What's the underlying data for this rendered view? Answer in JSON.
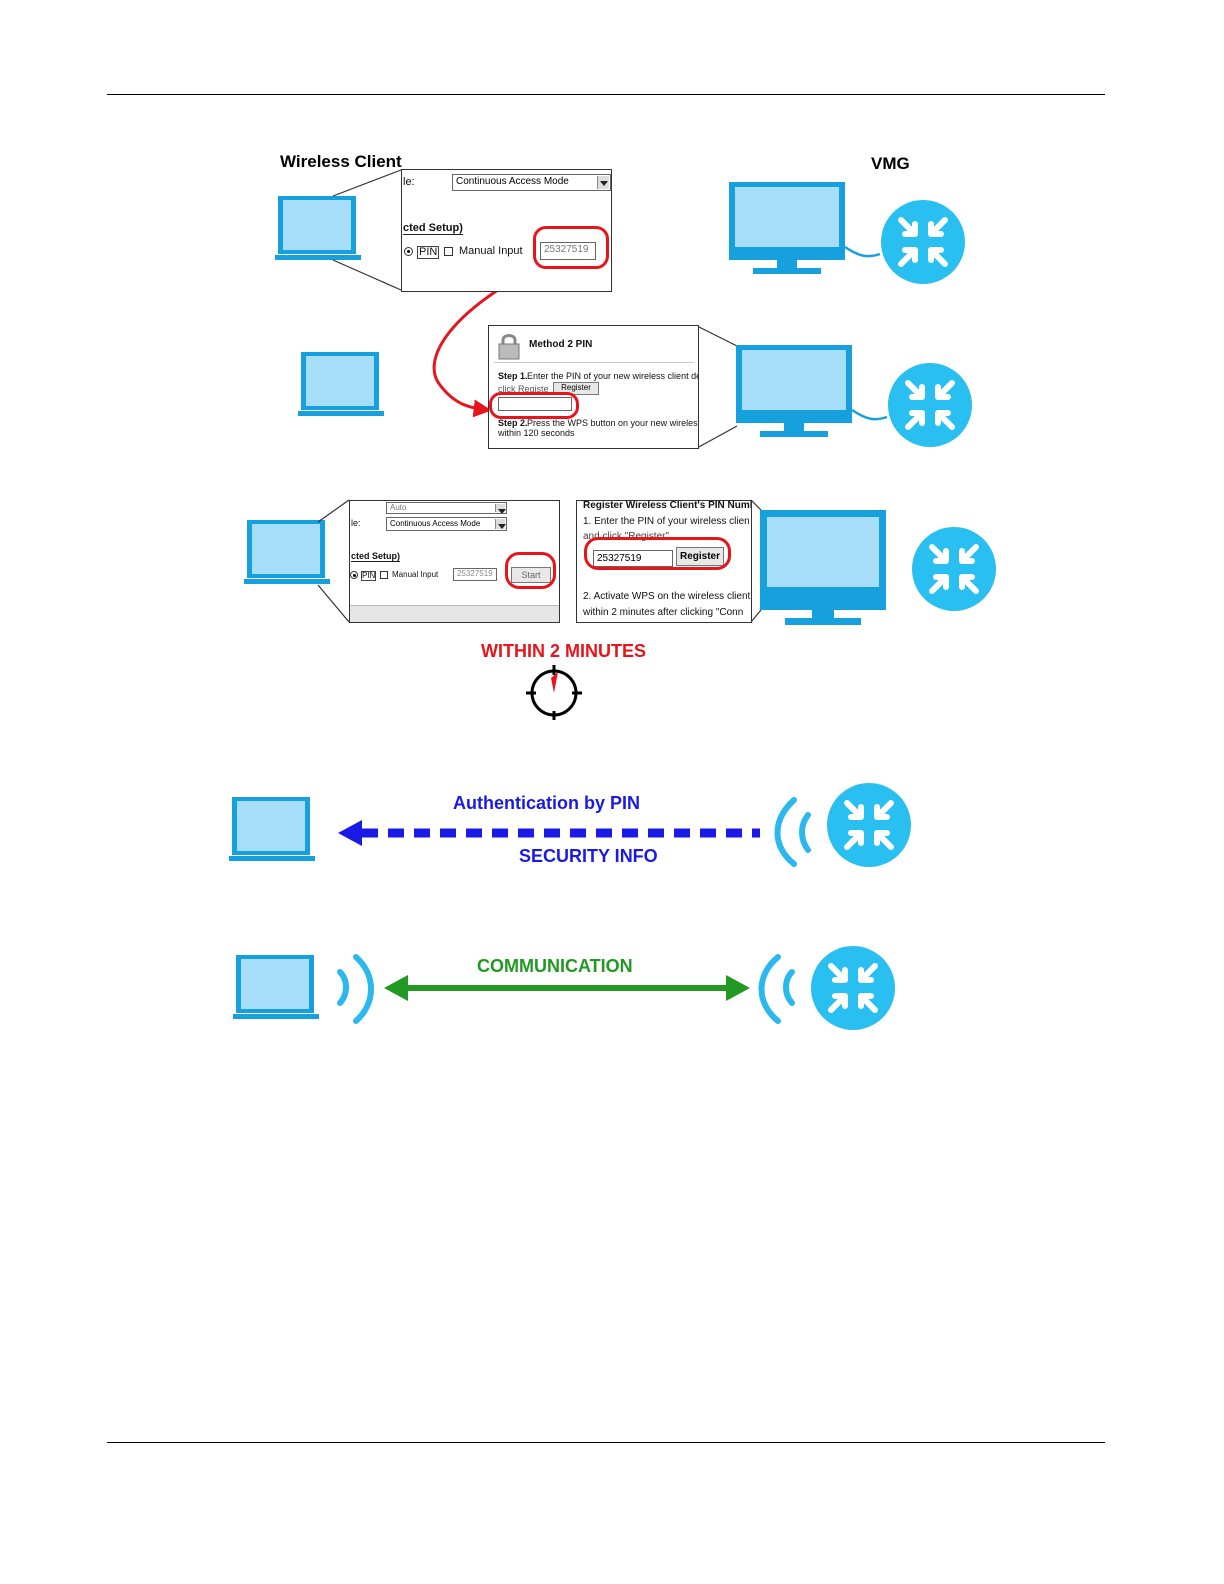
{
  "labels": {
    "wireless_client": "Wireless Client",
    "vmg": "VMG",
    "within_2_minutes": "WITHIN 2 MINUTES",
    "authentication_by_pin": "Authentication by PIN",
    "security_info": "SECURITY INFO",
    "communication": "COMMUNICATION"
  },
  "client_panel_1": {
    "mode_label": "le:",
    "mode_value": "Continuous Access Mode",
    "setup_label": "cted Setup)",
    "pin_label": "PIN",
    "manual_label": "Manual Input",
    "pin_value": "25327519"
  },
  "vmg_panel_1": {
    "title": "Method 2 PIN",
    "step1_bold": "Step 1.",
    "step1_text": "Enter the PIN of your new wireless client devi",
    "step1_text2": "click Registe",
    "register_label": "Register",
    "step2_bold": "Step 2.",
    "step2_text": "Press the WPS button on your new wireless",
    "step2_text2": "within 120 seconds"
  },
  "client_panel_2": {
    "auto_value": "Auto",
    "mode_label": "le:",
    "mode_value": "Continuous Access Mode",
    "setup_label": "cted Setup)",
    "pin_label": "PIN",
    "manual_label": "Manual Input",
    "pin_value": "25327519",
    "start_label": "Start"
  },
  "vmg_panel_2": {
    "title": "Register Wireless Client's PIN Numb",
    "step1_text": "1. Enter the PIN of your wireless clien",
    "step1_text2": "and click \"Register\"",
    "pin_value": "25327519",
    "register_label": "Register",
    "step2_text": "2. Activate WPS on the wireless client",
    "step2_text2": "within 2 minutes after clicking \"Conn"
  },
  "colors": {
    "device_fill": "#a6ddf8",
    "device_stroke": "#16a0dd",
    "router_fill": "#29bff0",
    "highlight_red": "#e8141c",
    "auth_blue": "#1a1ae6",
    "comm_green": "#229922",
    "wave_blue": "#2ab8ee"
  }
}
